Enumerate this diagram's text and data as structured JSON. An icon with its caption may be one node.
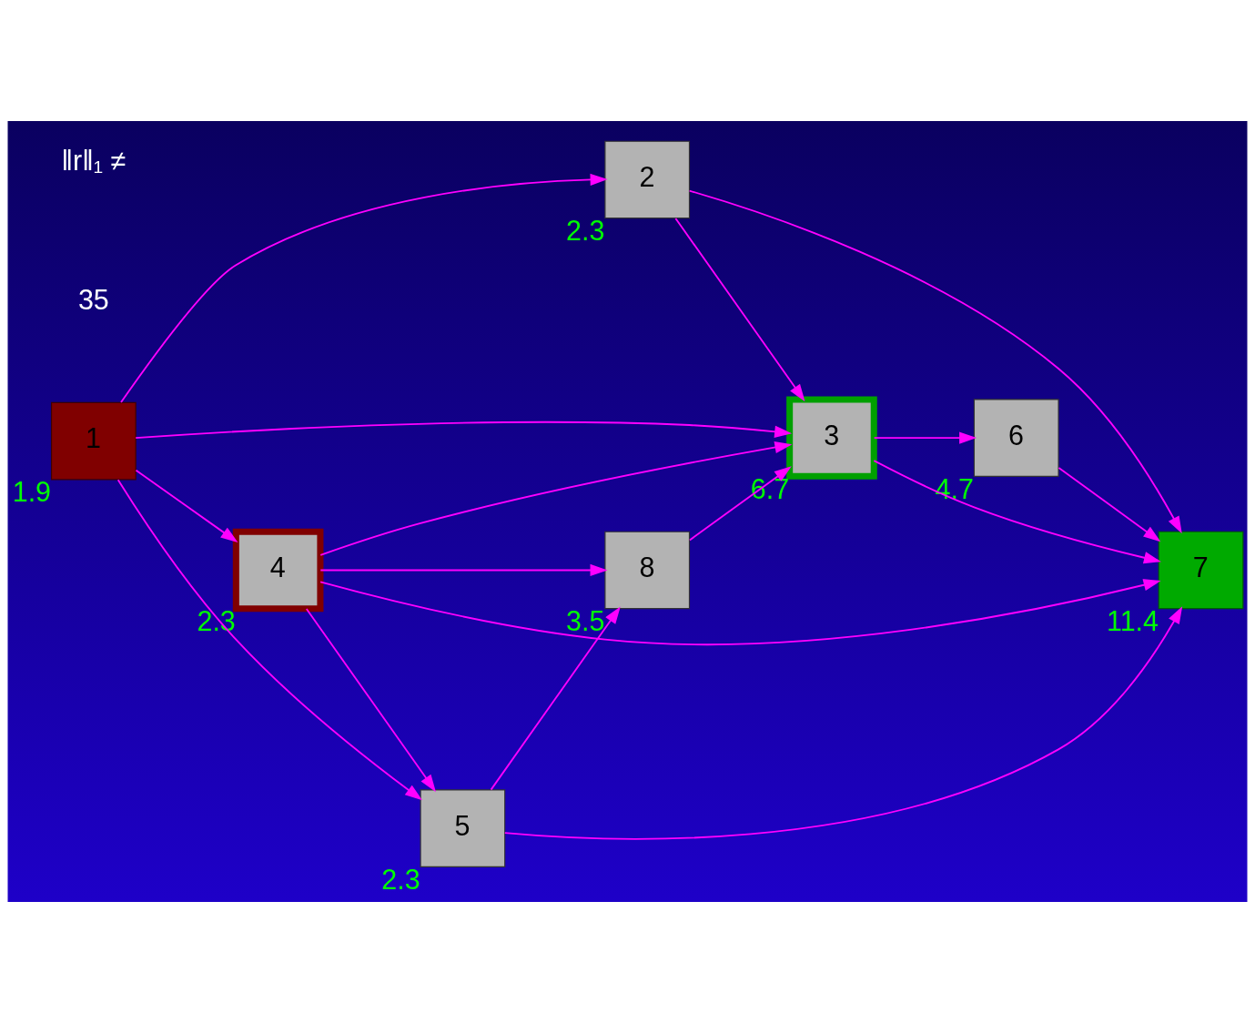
{
  "diagram": {
    "nodes": [
      {
        "text": [
          "1"
        ],
        "beside": [
          "1.9"
        ]
      },
      {
        "text": [
          "2"
        ],
        "beside": [
          "2.3"
        ]
      },
      {
        "text": [
          "3"
        ],
        "beside": [
          "6.7"
        ]
      },
      {
        "text": [
          "4"
        ],
        "beside": [
          "2.3"
        ]
      },
      {
        "text": [
          "5"
        ],
        "beside": [
          "2.3"
        ]
      },
      {
        "text": [
          "6"
        ],
        "beside": [
          "4.7"
        ]
      },
      {
        "text": [
          "7"
        ],
        "beside": [
          "11.4"
        ]
      },
      {
        "text": [
          "8"
        ],
        "beside": [
          "3.5"
        ]
      }
    ],
    "edges": [
      {
        "from": 0,
        "to": 1,
        "arrow": "to"
      },
      {
        "from": 0,
        "to": 2,
        "arrow": "to"
      },
      {
        "from": 0,
        "to": 3,
        "arrow": "to"
      },
      {
        "from": 0,
        "to": 4,
        "arrow": "to"
      },
      {
        "from": 1,
        "to": 2,
        "arrow": "to"
      },
      {
        "from": 1,
        "to": 6,
        "arrow": "to"
      },
      {
        "from": 2,
        "to": 5,
        "arrow": "to"
      },
      {
        "from": 2,
        "to": 6,
        "arrow": "to"
      },
      {
        "from": 5,
        "to": 6,
        "arrow": "to"
      },
      {
        "from": 3,
        "to": 2,
        "arrow": "to"
      },
      {
        "from": 3,
        "to": 6,
        "arrow": "to"
      },
      {
        "from": 3,
        "to": 7,
        "arrow": "to"
      },
      {
        "from": 3,
        "to": 4,
        "arrow": "to"
      },
      {
        "from": 7,
        "to": 2,
        "arrow": "to"
      },
      {
        "from": 4,
        "to": 7,
        "arrow": "to"
      },
      {
        "from": 4,
        "to": 6,
        "arrow": "to"
      }
    ],
    "labels": [
      "35",
      "‖r‖₁ ≠"
    ]
  }
}
